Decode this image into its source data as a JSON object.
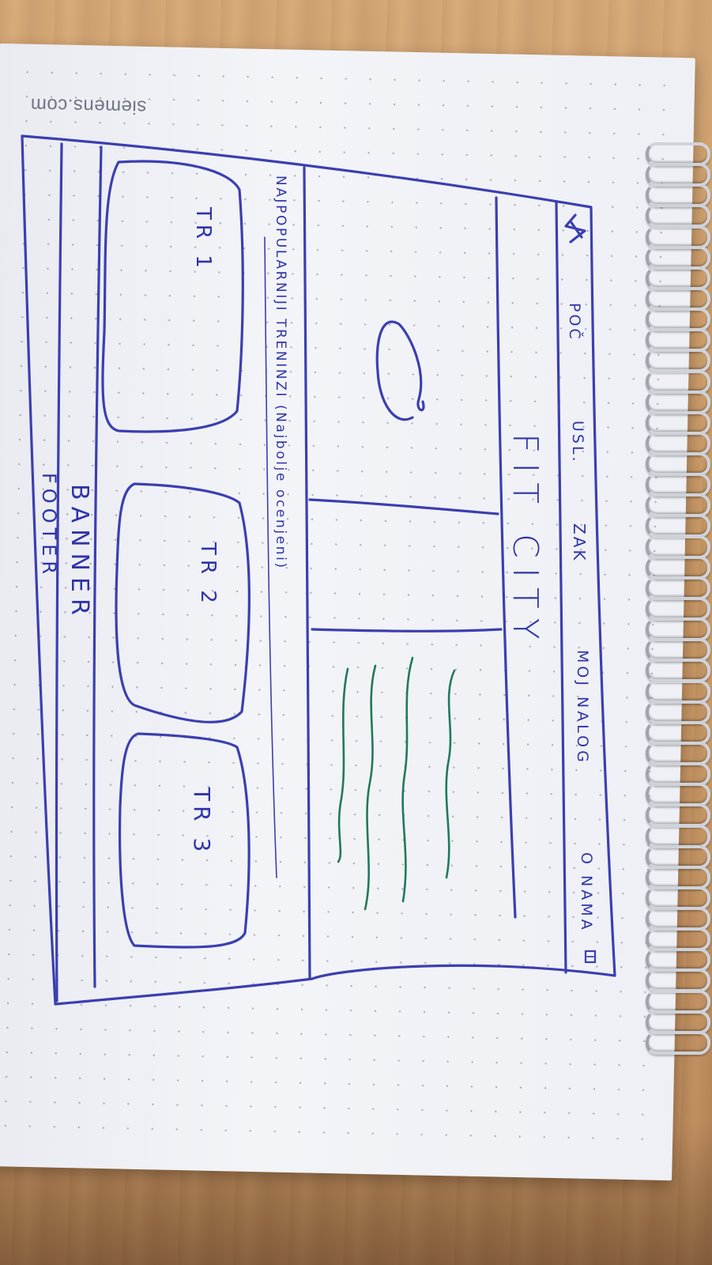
{
  "paper": {
    "brand_text": "siemens.com"
  },
  "nav": {
    "items": [
      "POČ",
      "USL.",
      "ZAK",
      "MOJ NALOG",
      "O NAMA"
    ]
  },
  "hero": {
    "title": "FIT CITY"
  },
  "section": {
    "heading": "NAJPOPULARNIJI TRENINZI (Najbolje ocenjeni)",
    "cards": [
      "TR 1",
      "TR 2",
      "TR 3"
    ]
  },
  "footer": {
    "banner_label": "BANNER",
    "footer_label": "FOOTER"
  },
  "colors": {
    "ink_blue": "#3b3fb0",
    "ink_green": "#1f7a5a",
    "paper": "#eef0f5"
  }
}
